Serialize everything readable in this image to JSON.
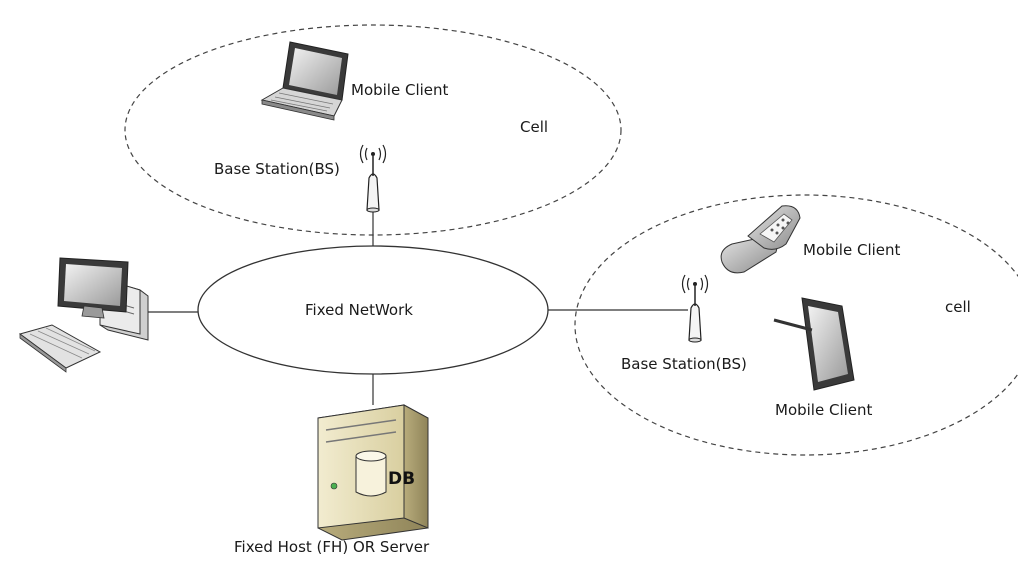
{
  "network": {
    "center_label": "Fixed NetWork"
  },
  "cell_top": {
    "cell_label": "Cell",
    "client_label": "Mobile Client",
    "base_station_label": "Base Station(BS)"
  },
  "cell_right": {
    "cell_label": "cell",
    "phone_client_label": "Mobile Client",
    "tablet_client_label": "Mobile Client",
    "base_station_label": "Base Station(BS)"
  },
  "server": {
    "label": "Fixed Host (FH) OR Server",
    "db_label": "DB"
  },
  "icons": [
    "laptop-icon",
    "antenna-icon",
    "desktop-computer-icon",
    "flip-phone-icon",
    "tablet-icon",
    "server-icon"
  ]
}
